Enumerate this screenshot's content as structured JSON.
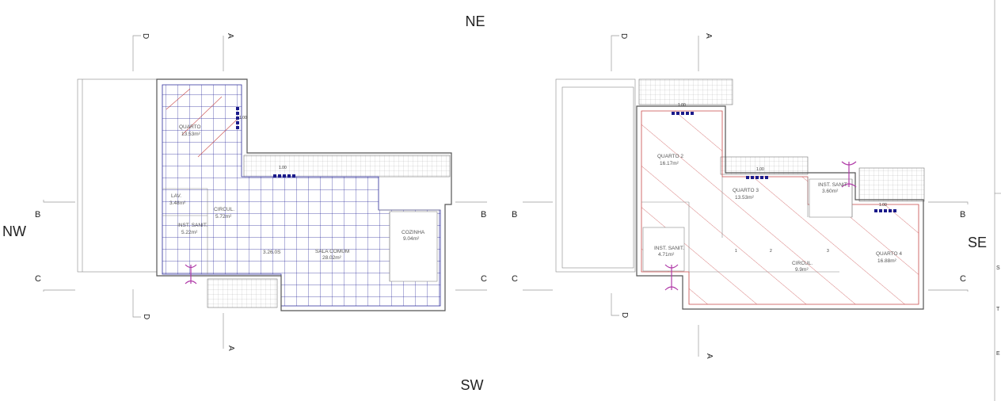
{
  "compass": {
    "north_east": "NE",
    "south_west": "SW",
    "north_west": "NW",
    "south_east": "SE"
  },
  "sections": {
    "a": "A",
    "b": "B",
    "c": "C",
    "d": "D"
  },
  "plan_left": {
    "rooms": [
      {
        "name": "QUARTO",
        "area": "13.53m²"
      },
      {
        "name": "LAV.",
        "area": "3.48m²"
      },
      {
        "name": "CIRCUL.",
        "area": "5.72m²"
      },
      {
        "name": "INST. SANIT.",
        "area": "5.22m²"
      },
      {
        "name": "SALA COMUM",
        "area": "28.02m²"
      },
      {
        "name": "COZINHA",
        "area": "9.04m²"
      }
    ],
    "dims": [
      "1.00",
      "1.00"
    ],
    "stair_label": "3.26.0S"
  },
  "plan_right": {
    "rooms": [
      {
        "name": "QUARTO 2",
        "area": "16.17m²"
      },
      {
        "name": "QUARTO 3",
        "area": "13.53m²"
      },
      {
        "name": "INST. SANIT.",
        "area": "3.60m²"
      },
      {
        "name": "INST. SANIT.",
        "area": "4.71m²"
      },
      {
        "name": "CIRCUL.",
        "area": "9.9m²"
      },
      {
        "name": "QUARTO 4",
        "area": "16.88m²"
      }
    ],
    "dims": [
      "1.00",
      "1.00",
      "1.00"
    ],
    "stair_numbers": [
      "1",
      "2",
      "3"
    ]
  },
  "title_block_fragments": [
    "S",
    "T",
    "E"
  ],
  "colors": {
    "wall": "#555555",
    "tile_grid": "#2a2a9a",
    "hatch": "#c84a4a",
    "window_marker": "#1a1a8a",
    "door_symbol": "#b03aa8"
  }
}
